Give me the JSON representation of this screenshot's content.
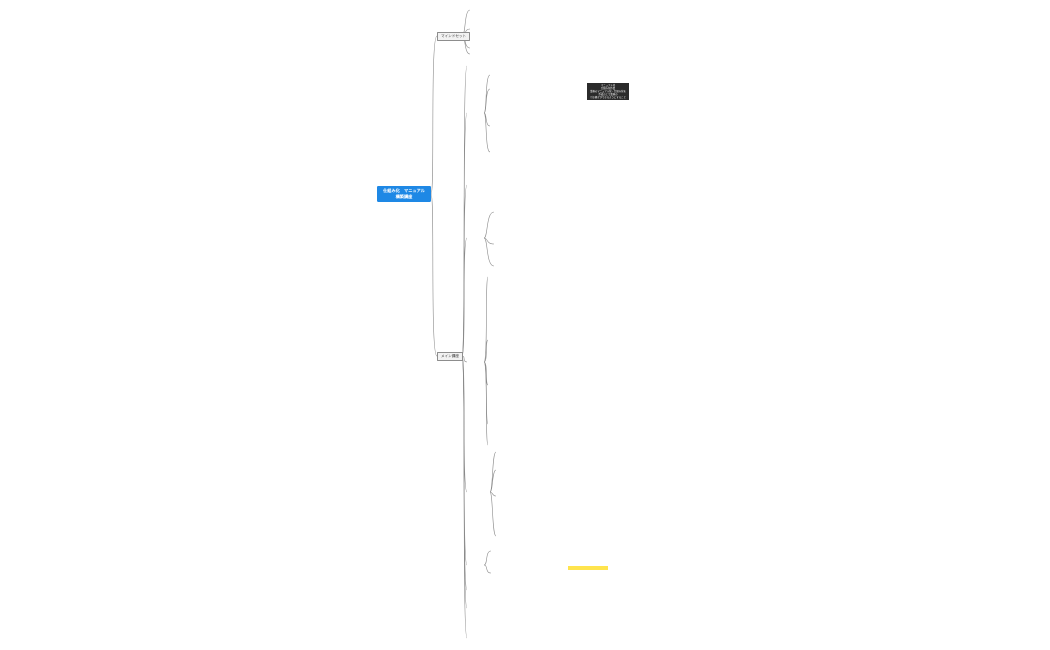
{
  "root": {
    "line1": "仕組み化　マニュアル",
    "line2": "構築講座"
  },
  "sections": [
    {
      "label": "マインドセット"
    },
    {
      "label": "メイン講座"
    }
  ],
  "note": {
    "line1": "マニュアル化",
    "line2": "仕組み化作業",
    "line3": "業務のマニュアル化・仕組み化を作成の上で業務の",
    "line4": "引き継ぎができるようにすること"
  }
}
